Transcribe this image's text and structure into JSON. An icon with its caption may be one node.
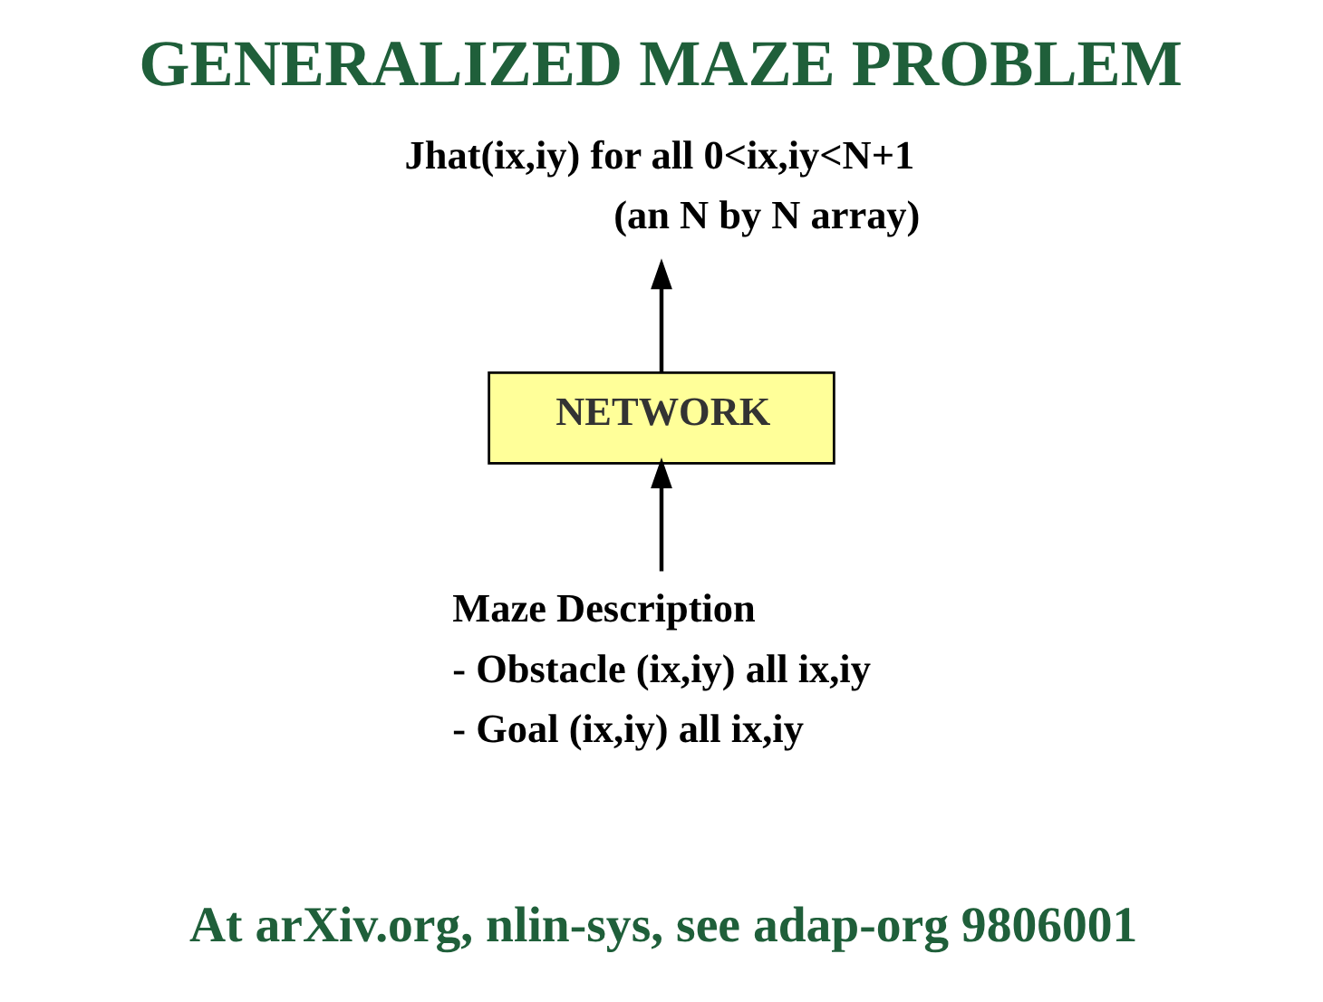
{
  "diagram": {
    "title": "GENERALIZED MAZE PROBLEM",
    "caption": "At arXiv.org, nlin-sys, see adap-org 9806001",
    "nodes": [
      {
        "text": [
          "Jhat(ix,iy) for all 0<ix,iy<N+1",
          "(an N by N array)"
        ]
      },
      {
        "text": [
          "NETWORK"
        ]
      },
      {
        "text": [
          "Maze Description",
          "- Obstacle (ix,iy) all ix,iy",
          "- Goal (ix,iy) all ix,iy"
        ]
      }
    ],
    "edges": [
      {
        "from": 2,
        "to": 1,
        "arrow": "to"
      },
      {
        "from": 1,
        "to": 0,
        "arrow": "to"
      }
    ]
  }
}
